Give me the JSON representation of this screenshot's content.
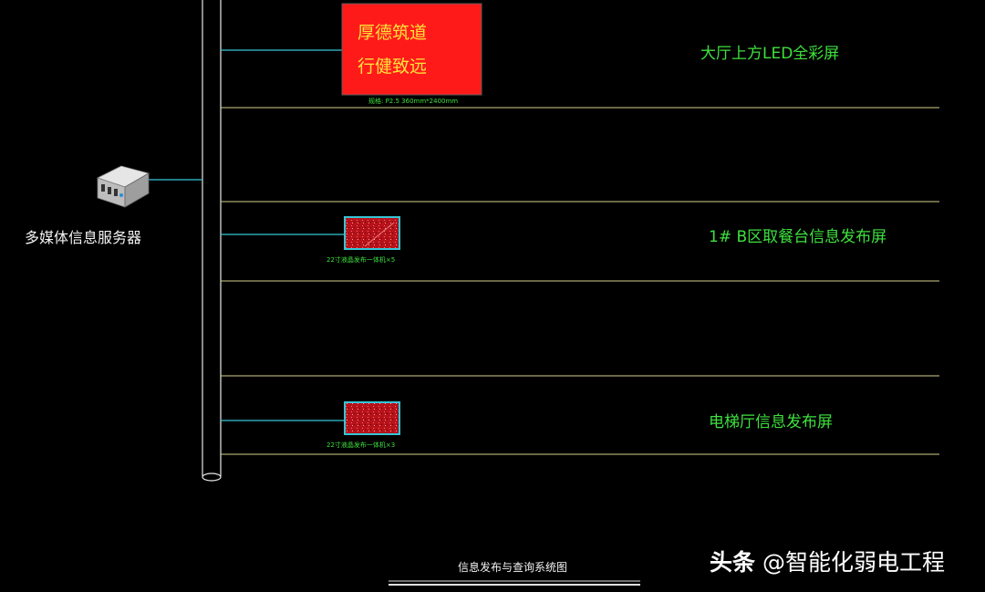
{
  "diagram": {
    "server_label": "多媒体信息服务器",
    "led_screen": {
      "line1": "厚德筑道",
      "line2": "行健致远",
      "spec": "规格: P2.5 360mm*2400mm",
      "label": "大厅上方LED全彩屏"
    },
    "screen_b": {
      "spec": "22寸液晶发布一体机×5",
      "label": "1# B区取餐台信息发布屏"
    },
    "screen_elevator": {
      "spec": "22寸液晶发布一体机×3",
      "label": "电梯厅信息发布屏"
    },
    "title": "信息发布与查询系统图"
  },
  "watermark": {
    "prefix": "头条",
    "handle": "@智能化弱电工程"
  },
  "colors": {
    "background": "#000000",
    "floor_line": "#d6d08a",
    "cable": "#35c5d6",
    "label_green": "#3ee03e",
    "led_red": "#ff1a1a",
    "led_text": "#ffe13a",
    "screen_red": "#c8141a"
  }
}
